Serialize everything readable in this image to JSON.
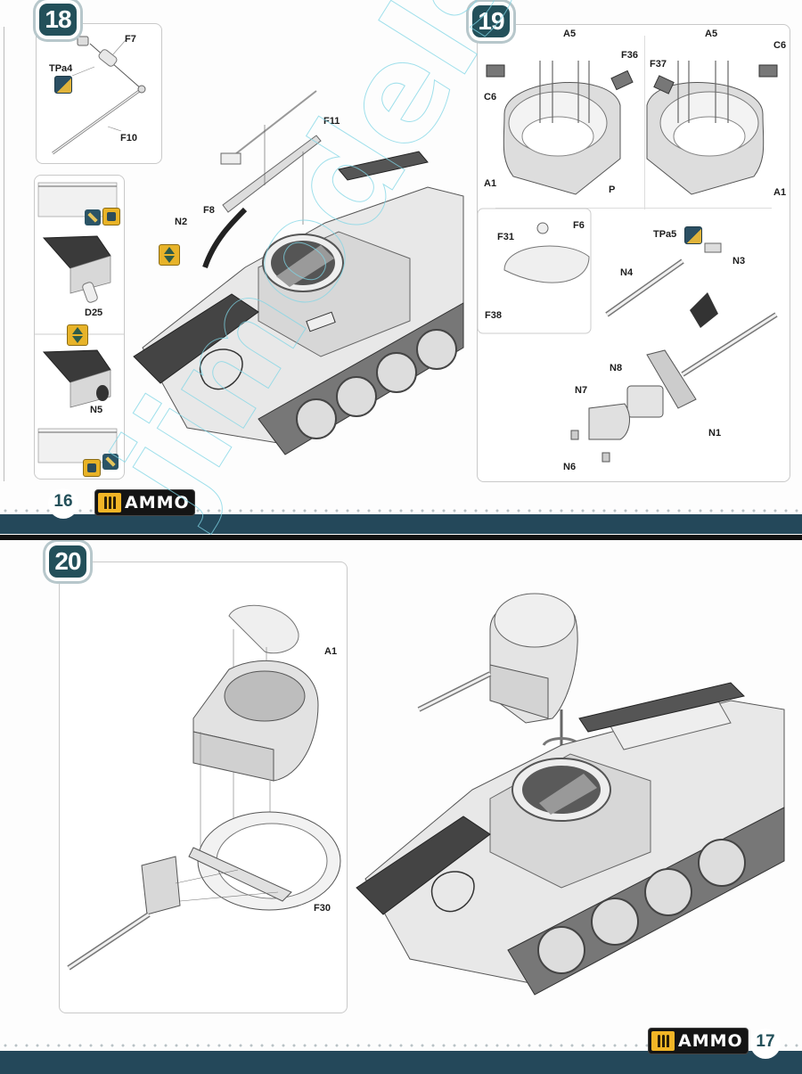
{
  "pages": {
    "left": {
      "number": "16",
      "brand": "AMMO"
    },
    "right": {
      "number": "17",
      "brand": "AMMO"
    }
  },
  "steps": [
    {
      "number": "18",
      "inset_parts": {
        "f7": "F7",
        "tpa4": "TPa4",
        "f10": "F10"
      },
      "main_parts": {
        "f11": "F11",
        "f8": "F8",
        "n2": "N2"
      },
      "side_inset_parts": {
        "d25": "D25",
        "n5": "N5"
      },
      "icons": [
        "paint-tp-icon",
        "knife-icon",
        "glue-icon",
        "flip-icon"
      ]
    },
    {
      "number": "19",
      "turret_parts": {
        "a5_left": "A5",
        "a5_right": "A5",
        "c6_left": "C6",
        "c6_right": "C6",
        "f36": "F36",
        "f37": "F37",
        "a1_left": "A1",
        "a1_right": "A1",
        "p": "P"
      },
      "hatch_inset_parts": {
        "f31": "F31",
        "f6": "F6",
        "f38": "F38"
      },
      "gun_parts": {
        "tpa5": "TPa5",
        "n3": "N3",
        "n4": "N4",
        "n8": "N8",
        "n7": "N7",
        "n1": "N1",
        "n6": "N6"
      }
    },
    {
      "number": "20",
      "parts": {
        "a1": "A1",
        "f30": "F30"
      }
    }
  ],
  "watermark": "jimodels.net",
  "colors": {
    "band": "#24485a",
    "badge": "#23505a",
    "ammo_yellow": "#f2b526",
    "watermark": "#7fd6e6"
  }
}
